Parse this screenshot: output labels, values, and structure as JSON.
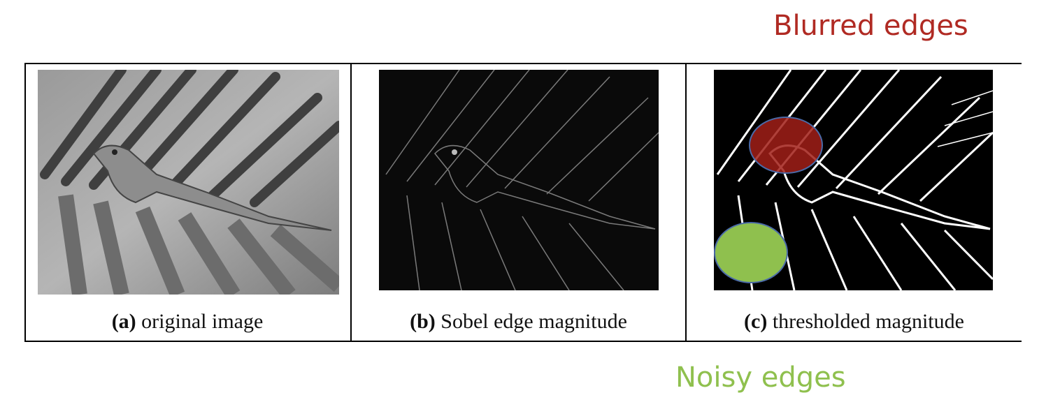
{
  "annotations": {
    "top": "Blurred edges",
    "bottom": "Noisy edges",
    "top_color": "#b02a23",
    "bottom_color": "#8fc04e"
  },
  "panels": [
    {
      "label": "(a)",
      "caption": "original image"
    },
    {
      "label": "(b)",
      "caption": "Sobel edge magnitude"
    },
    {
      "label": "(c)",
      "caption": "thresholded magnitude"
    }
  ],
  "highlights": {
    "blurred_color": "#b02a23",
    "noisy_color": "#8fc04e"
  }
}
